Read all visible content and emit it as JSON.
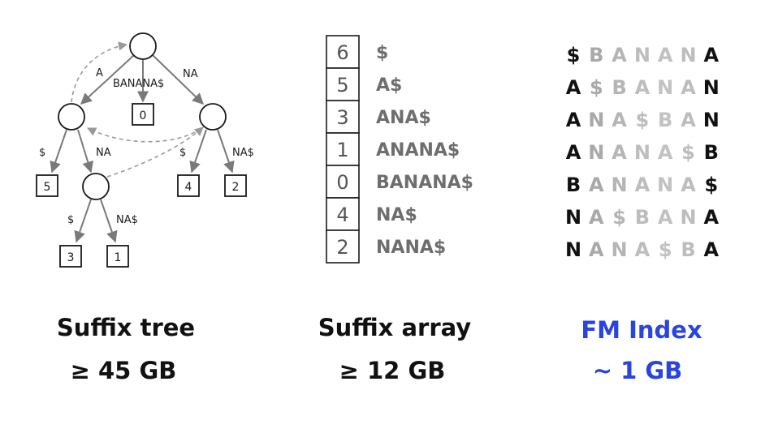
{
  "suffix_tree": {
    "edge_labels": {
      "root_left": "A",
      "root_mid": "BANANA$",
      "root_right": "NA",
      "a_left": "$",
      "a_right": "NA",
      "na_left": "$",
      "na_right": "NA$",
      "ana_left": "$",
      "ana_right": "NA$"
    },
    "leaves": {
      "root_mid": "0",
      "a_left": "5",
      "na_left": "4",
      "na_right": "2",
      "ana_left": "3",
      "ana_right": "1"
    },
    "caption": "Suffix tree",
    "size": "≥ 45 GB"
  },
  "suffix_array": {
    "rows": [
      {
        "index": "6",
        "suffix": "$"
      },
      {
        "index": "5",
        "suffix": "A$"
      },
      {
        "index": "3",
        "suffix": "ANA$"
      },
      {
        "index": "1",
        "suffix": "ANANA$"
      },
      {
        "index": "0",
        "suffix": "BANANA$"
      },
      {
        "index": "4",
        "suffix": "NA$"
      },
      {
        "index": "2",
        "suffix": "NANA$"
      }
    ],
    "caption": "Suffix array",
    "size": "≥ 12 GB"
  },
  "fm_index": {
    "rows": [
      [
        "$",
        "B",
        "A",
        "N",
        "A",
        "N",
        "A"
      ],
      [
        "A",
        "$",
        "B",
        "A",
        "N",
        "A",
        "N"
      ],
      [
        "A",
        "N",
        "A",
        "$",
        "B",
        "A",
        "N"
      ],
      [
        "A",
        "N",
        "A",
        "N",
        "A",
        "$",
        "B"
      ],
      [
        "B",
        "A",
        "N",
        "A",
        "N",
        "A",
        "$"
      ],
      [
        "N",
        "A",
        "$",
        "B",
        "A",
        "N",
        "A"
      ],
      [
        "N",
        "A",
        "N",
        "A",
        "$",
        "B",
        "A"
      ]
    ],
    "column_colors": [
      "#111111",
      "#a9a9a9",
      "#b5b5b5",
      "#bdbdbd",
      "#c2c2c2",
      "#bdbdbd",
      "#111111"
    ],
    "caption": "FM Index",
    "size": "~ 1 GB",
    "caption_color": "#2a44e0"
  }
}
